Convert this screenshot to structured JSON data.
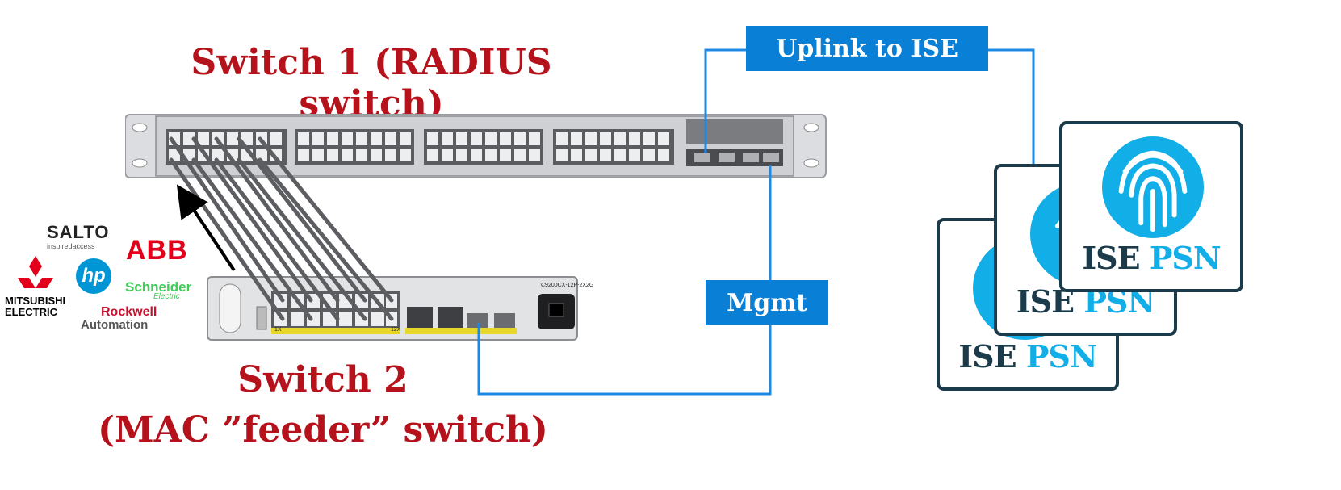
{
  "titles": {
    "switch1": "Switch 1 (RADIUS switch)",
    "switch2_line1": "Switch 2",
    "switch2_line2": "(MAC ”feeder” switch)"
  },
  "labels": {
    "uplink": "Uplink to ISE",
    "mgmt": "Mgmt"
  },
  "ise_cards": [
    {
      "word1": "ISE",
      "word2": "PSN"
    },
    {
      "word1": "ISE",
      "word2": "PSN"
    },
    {
      "word1": "ISE",
      "word2": "PSN"
    }
  ],
  "switch2": {
    "model": "C9200CX-12P-2X2G",
    "port_left": "1X",
    "port_right": "12X"
  },
  "logos": {
    "salto": "SALTO",
    "salto_sub": "inspiredaccess",
    "abb": "ABB",
    "hp": "hp",
    "mitsubishi_1": "MITSUBISHI",
    "mitsubishi_2": "ELECTRIC",
    "schneider_1": "Schneider",
    "schneider_2": "Electric",
    "rockwell_1": "Rockwell",
    "rockwell_2": "Automation"
  },
  "colors": {
    "title_red": "#b5121b",
    "label_blue": "#0a7fd6",
    "link_blue": "#1e88e5",
    "ise_dark": "#1b3a4a",
    "ise_cyan": "#12aee8"
  }
}
